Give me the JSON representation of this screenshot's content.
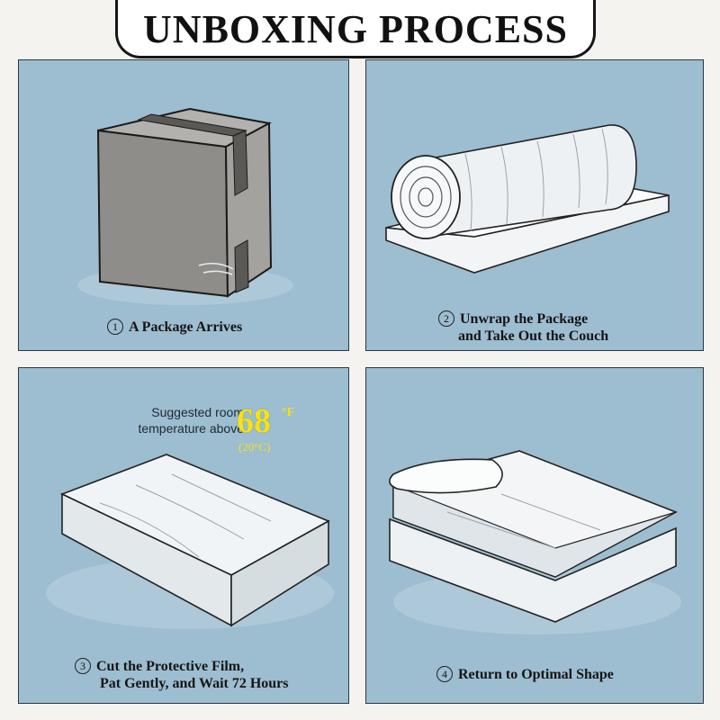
{
  "title": "UNBOXING PROCESS",
  "steps": [
    {
      "number": "1",
      "line1": "A Package Arrives",
      "line2": ""
    },
    {
      "number": "2",
      "line1": "Unwrap the Package",
      "line2": "and Take Out the Couch"
    },
    {
      "number": "3",
      "line1": "Cut the Protective Film,",
      "line2": "Pat Gently, and Wait 72 Hours"
    },
    {
      "number": "4",
      "line1": "Return to Optimal Shape",
      "line2": ""
    }
  ],
  "temperature": {
    "label_line1": "Suggested room",
    "label_line2": "temperature above",
    "value": "68",
    "unit": "°F",
    "celsius": "(20°C)"
  },
  "colors": {
    "panel_bg": "#9dbdd0",
    "gutter": "#f4f3ef",
    "temperature_accent": "#f4e21a"
  }
}
